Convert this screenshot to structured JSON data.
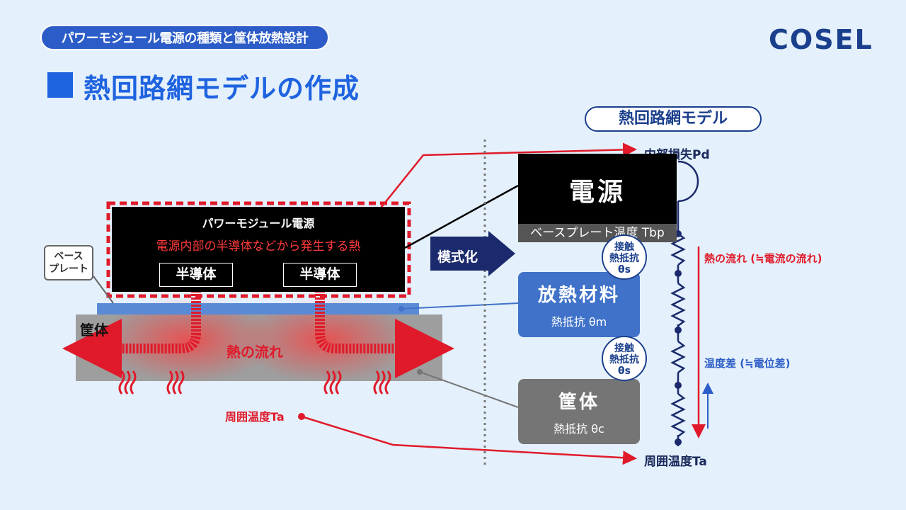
{
  "header": {
    "tag": "パワーモジュール電源の種類と筐体放熱設計",
    "logo": "COSEL"
  },
  "title": "熱回路網モデルの作成",
  "left": {
    "psu_title": "パワーモジュール電源",
    "psu_sub": "電源内部の半導体などから発生する熱",
    "semi1": "半導体",
    "semi2": "半導体",
    "baseplate": "ベース\nプレート",
    "case": "筐体",
    "heat_flow": "熱の流れ",
    "ambient": "周囲温度Ta"
  },
  "arrow_label": "模式化",
  "model": {
    "title": "熱回路網モデル",
    "pd": "内部損失Pd",
    "power": "電源",
    "bp_temp": "ベースプレート温度 Tbp",
    "material": "放熱材料",
    "material_r": "熱抵抗 θm",
    "case": "筐体",
    "case_r": "熱抵抗 θc",
    "contact1": "接触\n熱抵抗\nθs",
    "contact2": "接触\n熱抵抗\nθs",
    "heat_flow": "熱の流れ (≒電流の流れ)",
    "temp_diff": "温度差 (≒電位差)",
    "ambient": "周囲温度Ta"
  },
  "colors": {
    "accent": "#1e63e0",
    "navy": "#1a3f8c",
    "red": "#e01a2a",
    "material": "#3f72c8",
    "case": "#757575"
  }
}
